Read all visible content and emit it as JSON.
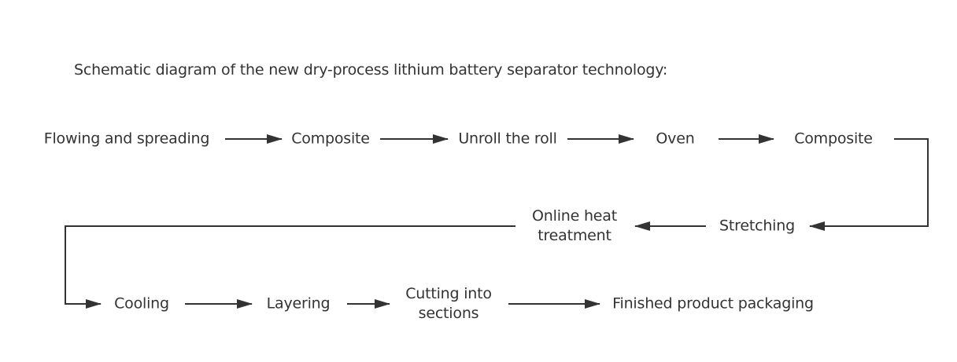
{
  "title": "Schematic diagram of the new dry-process lithium battery separator technology:",
  "colors": {
    "line": "#333333",
    "text": "#333333",
    "background": "#ffffff"
  },
  "nodes": [
    {
      "id": "n1",
      "label": "Flowing and spreading"
    },
    {
      "id": "n2",
      "label": "Composite"
    },
    {
      "id": "n3",
      "label": "Unroll the roll"
    },
    {
      "id": "n4",
      "label": "Oven"
    },
    {
      "id": "n5",
      "label": "Composite"
    },
    {
      "id": "n6",
      "label": "Stretching"
    },
    {
      "id": "n7",
      "label": "Online heat\ntreatment",
      "lines": [
        "Online heat",
        "treatment"
      ]
    },
    {
      "id": "n8",
      "label": "Cooling"
    },
    {
      "id": "n9",
      "label": "Layering"
    },
    {
      "id": "n10",
      "label": "Cutting into\nsections",
      "lines": [
        "Cutting into",
        "sections"
      ]
    },
    {
      "id": "n11",
      "label": "Finished product packaging"
    }
  ],
  "edges": [
    {
      "from": "n1",
      "to": "n2"
    },
    {
      "from": "n2",
      "to": "n3"
    },
    {
      "from": "n3",
      "to": "n4"
    },
    {
      "from": "n4",
      "to": "n5"
    },
    {
      "from": "n5",
      "to": "n6"
    },
    {
      "from": "n6",
      "to": "n7"
    },
    {
      "from": "n7",
      "to": "n8"
    },
    {
      "from": "n8",
      "to": "n9"
    },
    {
      "from": "n9",
      "to": "n10"
    },
    {
      "from": "n10",
      "to": "n11"
    }
  ]
}
